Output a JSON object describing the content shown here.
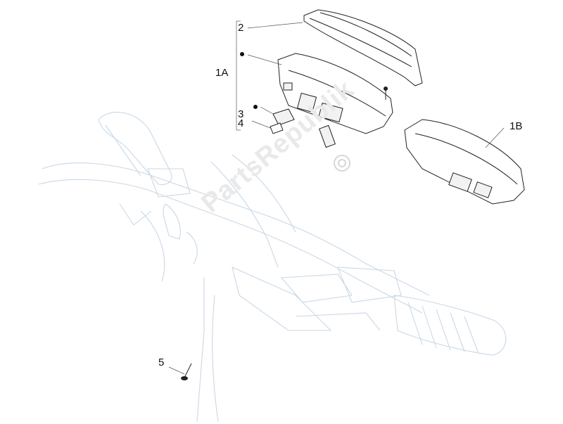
{
  "diagram": {
    "watermark": "PartsRepublik",
    "colors": {
      "ghost_lines": "#c9d8e6",
      "part_lines": "#222222",
      "leader_lines": "#555555",
      "watermark": "#e9e9e9"
    },
    "callouts": [
      {
        "id": "2",
        "text": "2"
      },
      {
        "id": "1A",
        "text": "1A"
      },
      {
        "id": "3",
        "text": "3"
      },
      {
        "id": "4",
        "text": "4"
      },
      {
        "id": "1B",
        "text": "1B"
      },
      {
        "id": "5",
        "text": "5"
      }
    ]
  }
}
